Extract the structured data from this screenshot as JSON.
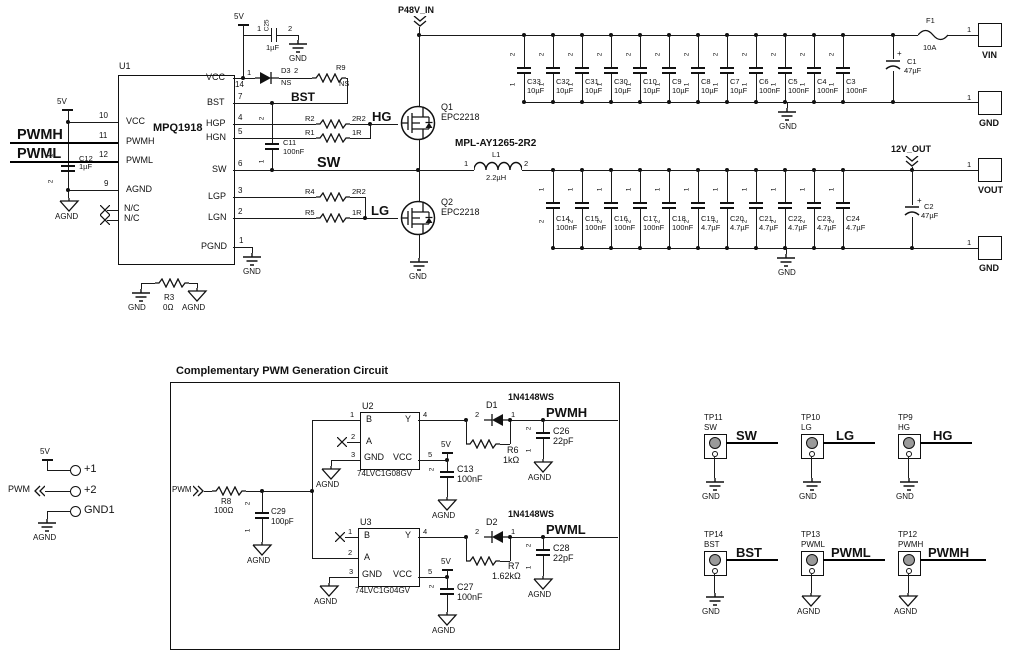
{
  "labels": {
    "v5": "5V",
    "gnd": "GND",
    "agnd": "AGND",
    "n1": "1",
    "n2": "2",
    "n3": "3",
    "n4": "4",
    "n5": "5",
    "pwm": "PWM",
    "pwmh": "PWMH",
    "pwml": "PWML",
    "bst": "BST",
    "sw": "SW",
    "hg": "HG",
    "lg": "LG",
    "p48": "P48V_IN",
    "out12": "12V_OUT",
    "vin": "VIN",
    "vout": "VOUT",
    "gnd1": "GND1",
    "p1": "+1",
    "p2": "+2",
    "plus": "+"
  },
  "u1": {
    "ref": "U1",
    "part": "MPQ1918",
    "left": [
      {
        "n": "10",
        "name": "VCC"
      },
      {
        "n": "11",
        "name": "PWMH"
      },
      {
        "n": "12",
        "name": "PWML"
      },
      {
        "n": "9",
        "name": "AGND"
      },
      {
        "name": "N/C"
      },
      {
        "name": "N/C"
      }
    ],
    "right": [
      {
        "n": "14",
        "name": "VCC"
      },
      {
        "n": "7",
        "name": "BST"
      },
      {
        "n": "4",
        "name": "HGP"
      },
      {
        "n": "5",
        "name": "HGN"
      },
      {
        "n": "6",
        "name": "SW"
      },
      {
        "n": "3",
        "name": "LGP"
      },
      {
        "n": "2",
        "name": "LGN"
      },
      {
        "n": "1",
        "name": "PGND"
      }
    ]
  },
  "comps": {
    "c25": {
      "ref": "C25",
      "val": "1µF"
    },
    "d3": {
      "ref": "D3",
      "val": "NS"
    },
    "r9": {
      "ref": "R9",
      "val": "NS"
    },
    "c12": {
      "ref": "C12",
      "val": "1µF"
    },
    "c11": {
      "ref": "C11",
      "val": "100nF"
    },
    "r2": {
      "ref": "R2",
      "val": "2R2"
    },
    "r1": {
      "ref": "R1",
      "val": "1R"
    },
    "r4": {
      "ref": "R4",
      "val": "2R2"
    },
    "r5": {
      "ref": "R5",
      "val": "1R"
    },
    "q1": {
      "ref": "Q1",
      "part": "EPC2218"
    },
    "q2": {
      "ref": "Q2",
      "part": "EPC2218"
    },
    "r3": {
      "ref": "R3",
      "val": "0Ω"
    },
    "f1": {
      "ref": "F1",
      "val": "10A"
    },
    "c1": {
      "ref": "C1",
      "val": "47µF"
    },
    "c2": {
      "ref": "C2",
      "val": "47µF"
    },
    "l1": {
      "ref": "L1",
      "val": "2.2µH",
      "part": "MPL-AY1265-2R2"
    },
    "r8": {
      "ref": "R8",
      "val": "100Ω"
    },
    "c29": {
      "ref": "C29",
      "val": "100pF"
    },
    "u2": {
      "ref": "U2",
      "part": "74LVC1G08GV"
    },
    "u3": {
      "ref": "U3",
      "part": "74LVC1G04GV"
    },
    "c13": {
      "ref": "C13",
      "val": "100nF"
    },
    "c27": {
      "ref": "C27",
      "val": "100nF"
    },
    "d1": {
      "ref": "D1",
      "part": "1N4148WS"
    },
    "d2": {
      "ref": "D2",
      "part": "1N4148WS"
    },
    "r6": {
      "ref": "R6",
      "val": "1kΩ"
    },
    "r7": {
      "ref": "R7",
      "val": "1.62kΩ"
    },
    "c26": {
      "ref": "C26",
      "val": "22pF"
    },
    "c28": {
      "ref": "C28",
      "val": "22pF"
    }
  },
  "gate_pins": {
    "b": "B",
    "a": "A",
    "gnd": "GND",
    "vcc": "VCC",
    "y": "Y"
  },
  "caps_top": [
    {
      "ref": "C33",
      "val": "10µF"
    },
    {
      "ref": "C32",
      "val": "10µF"
    },
    {
      "ref": "C31",
      "val": "10µF"
    },
    {
      "ref": "C30",
      "val": "10µF"
    },
    {
      "ref": "C10",
      "val": "10µF"
    },
    {
      "ref": "C9",
      "val": "10µF"
    },
    {
      "ref": "C8",
      "val": "10µF"
    },
    {
      "ref": "C7",
      "val": "10µF"
    },
    {
      "ref": "C6",
      "val": "100nF"
    },
    {
      "ref": "C5",
      "val": "100nF"
    },
    {
      "ref": "C4",
      "val": "100nF"
    },
    {
      "ref": "C3",
      "val": "100nF"
    }
  ],
  "caps_bot": [
    {
      "ref": "C14",
      "val": "100nF"
    },
    {
      "ref": "C15",
      "val": "100nF"
    },
    {
      "ref": "C16",
      "val": "100nF"
    },
    {
      "ref": "C17",
      "val": "100nF"
    },
    {
      "ref": "C18",
      "val": "100nF"
    },
    {
      "ref": "C19",
      "val": "4.7µF"
    },
    {
      "ref": "C20",
      "val": "4.7µF"
    },
    {
      "ref": "C21",
      "val": "4.7µF"
    },
    {
      "ref": "C22",
      "val": "4.7µF"
    },
    {
      "ref": "C23",
      "val": "4.7µF"
    },
    {
      "ref": "C24",
      "val": "4.7µF"
    }
  ],
  "pwm_box": {
    "title": "Complementary PWM Generation Circuit"
  },
  "testpoints": [
    {
      "tp": "TP11",
      "net": "SW",
      "gnd": "GND"
    },
    {
      "tp": "TP10",
      "net": "LG",
      "gnd": "GND"
    },
    {
      "tp": "TP9",
      "net": "HG",
      "gnd": "GND"
    },
    {
      "tp": "TP14",
      "net": "BST",
      "gnd": "GND"
    },
    {
      "tp": "TP13",
      "net": "PWML",
      "gnd": "AGND"
    },
    {
      "tp": "TP12",
      "net": "PWMH",
      "gnd": "AGND"
    }
  ]
}
